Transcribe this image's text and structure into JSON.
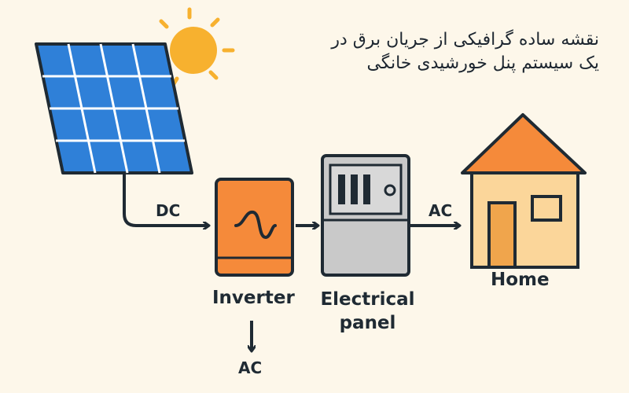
{
  "title_lines": [
    "نقشه ساده گرافیکی از جریان برق در",
    "یک سیستم پنل خورشیدی خانگی"
  ],
  "labels": {
    "dc": "DC",
    "ac_right": "AC",
    "ac_bottom": "AC",
    "inverter": "Inverter",
    "panel_line1": "Electrical",
    "panel_line2": "panel",
    "home": "Home"
  },
  "colors": {
    "background": "#fdf7ea",
    "solar_blue": "#2f80d8",
    "sun": "#f7b12f",
    "inverter": "#f58a3a",
    "panel_gray": "#c9c9c9",
    "house_wall": "#fbd69a",
    "roof": "#f58a3a",
    "line": "#1f2a33"
  }
}
